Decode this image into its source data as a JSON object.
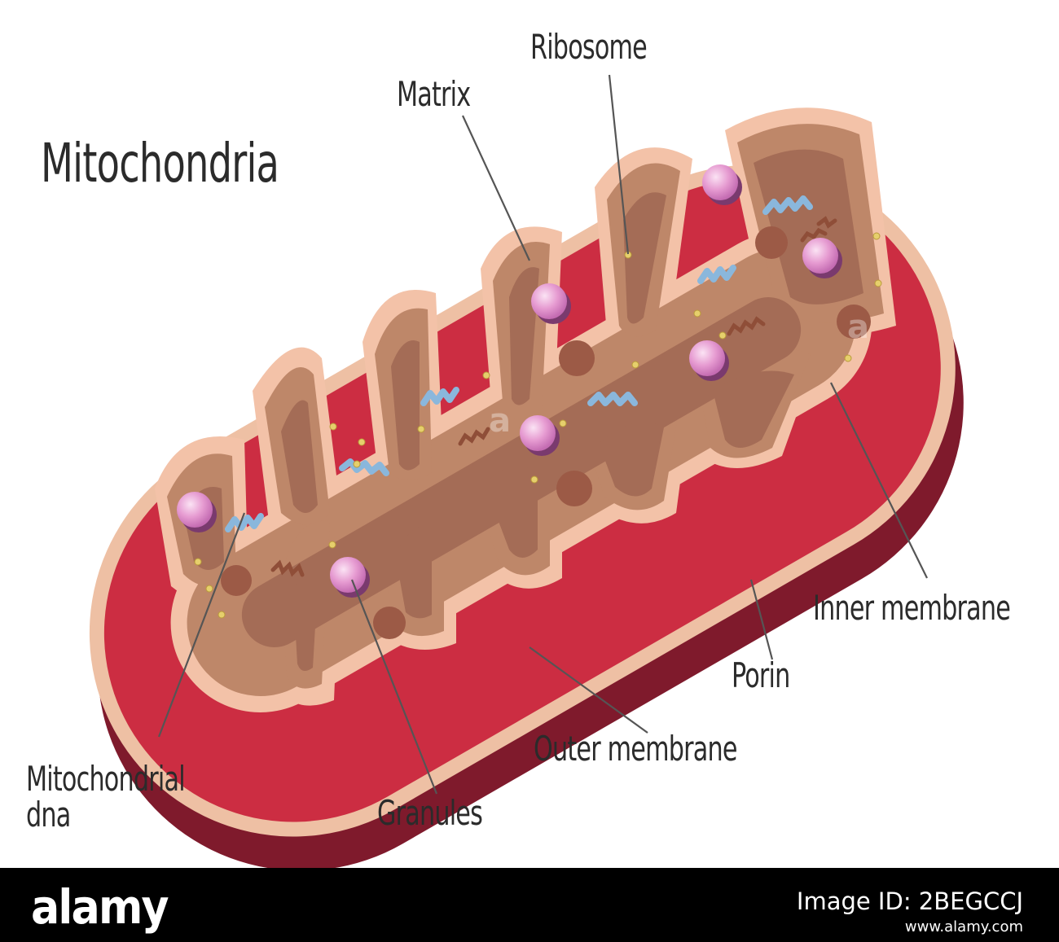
{
  "title": "Mitochondria",
  "labels": {
    "ribosome": "Ribosome",
    "matrix": "Matrix",
    "inner_membrane": "Inner membrane",
    "porin": "Porin",
    "outer_membrane": "Outer membrane",
    "granules": "Granules",
    "mito_dna_line1": "Mitochondrial",
    "mito_dna_line2": "dna"
  },
  "footer": {
    "logo": "alamy",
    "image_id": "Image ID: 2BEGCCJ",
    "url": "www.alamy.com"
  },
  "colors": {
    "outer_red": "#cc2d42",
    "side_red": "#7f1a2c",
    "membrane": "#f3c2a8",
    "cristae_space": "#be8769",
    "matrix": "#a46c56",
    "ribosome_pink": "#e69bd1",
    "dna_blue": "#8ab7dc",
    "granule_yellow": "#e6cf6c",
    "leader_line": "#555555"
  }
}
